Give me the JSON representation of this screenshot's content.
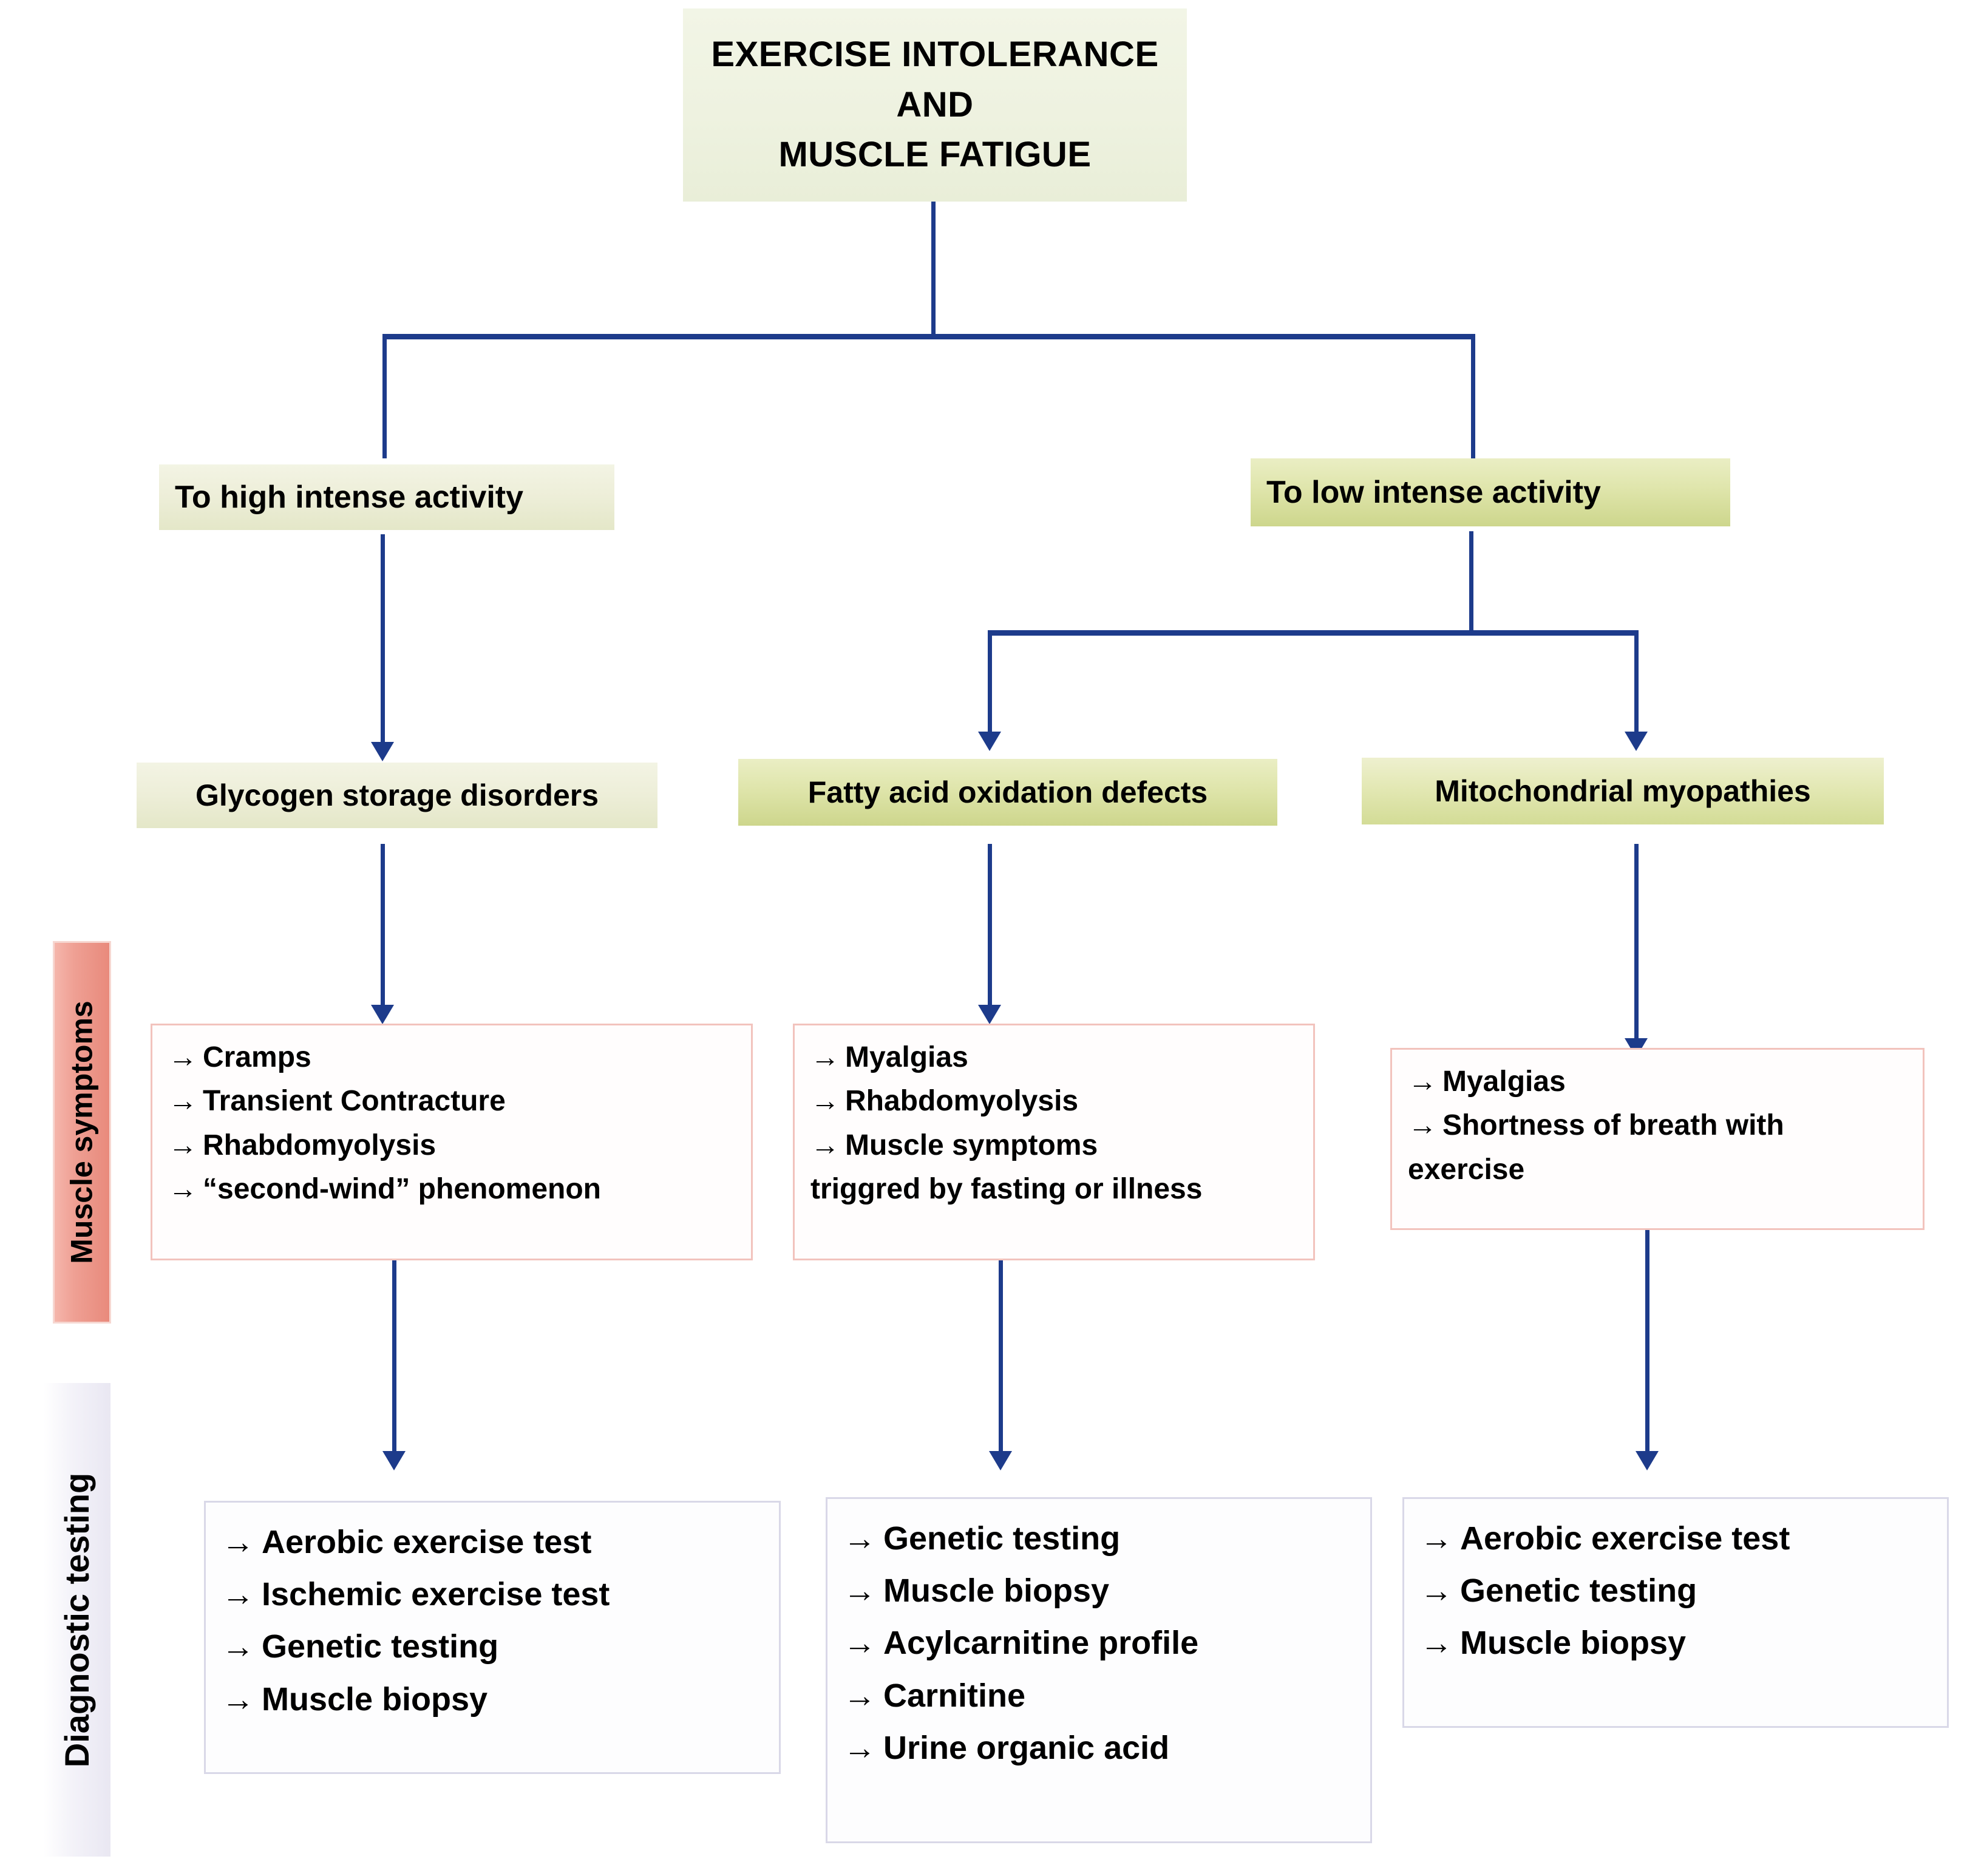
{
  "diagram": {
    "title_box": {
      "lines": [
        "EXERCISE INTOLERANCE",
        "AND",
        "MUSCLE FATIGUE"
      ],
      "background": "#eef2e0"
    },
    "level2": [
      {
        "label": "To high intense activity",
        "background": "#eeefdc"
      },
      {
        "label": "To low intense activity",
        "background": "#dbe2a3"
      }
    ],
    "level3": [
      {
        "label": "Glycogen storage disorders",
        "background": "#edeed8"
      },
      {
        "label": "Fatty acid oxidation defects",
        "background": "#dfe5ab"
      },
      {
        "label": "Mitochondrial  myopathies",
        "background": "#e3e8b4"
      }
    ],
    "row_labels": {
      "symptoms": "Muscle symptoms",
      "symptoms_color": "#ed9a8c",
      "testing": "Diagnostic testing",
      "testing_color": "#eeecf6"
    },
    "symptom_boxes": [
      {
        "border_color": "#f2c3bd",
        "arrow": "→",
        "items": [
          "Cramps",
          "Transient Contracture",
          "Rhabdomyolysis",
          "“second-wind” phenomenon"
        ],
        "continuation": ""
      },
      {
        "border_color": "#f2c3bd",
        "arrow": "→",
        "items": [
          "Myalgias",
          "Rhabdomyolysis",
          "Muscle symptoms"
        ],
        "continuation": "triggred by fasting or illness"
      },
      {
        "border_color": "#f2c3bd",
        "arrow": "→",
        "items": [
          "Myalgias",
          "Shortness of breath with"
        ],
        "continuation": "exercise"
      }
    ],
    "diagnostic_boxes": [
      {
        "border_color": "#d9d8e8",
        "arrow": "→",
        "items": [
          "Aerobic exercise test",
          "Ischemic exercise test",
          "Genetic testing",
          "Muscle biopsy"
        ]
      },
      {
        "border_color": "#d9d8e8",
        "arrow": "→",
        "items": [
          "Genetic testing",
          "Muscle biopsy",
          "Acylcarnitine profile",
          "Carnitine",
          "Urine organic acid"
        ]
      },
      {
        "border_color": "#d9d8e8",
        "arrow": "→",
        "items": [
          "Aerobic exercise test",
          "Genetic testing",
          "Muscle biopsy"
        ]
      }
    ],
    "connector_color": "#1d3b8b"
  }
}
